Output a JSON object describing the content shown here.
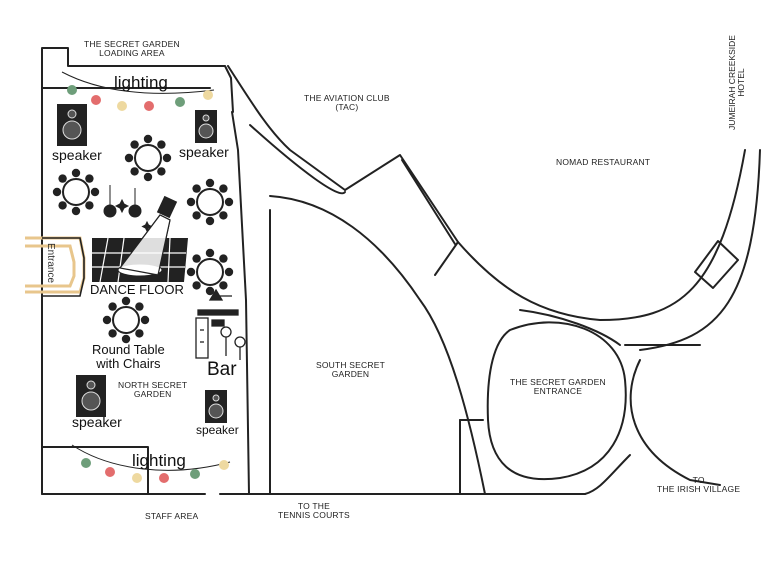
{
  "labels": {
    "loading_area": "THE SECRET GARDEN\nLOADING AREA",
    "aviation_club": "THE AVIATION CLUB\n(TAC)",
    "jumeirah": "JUMEIRAH CREEKSIDE\nHOTEL",
    "nomad": "NOMAD RESTAURANT",
    "south_garden": "SOUTH SECRET\nGARDEN",
    "garden_entrance": "THE SECRET GARDEN\nENTRANCE",
    "irish_village": "TO\nTHE IRISH VILLAGE",
    "tennis_courts": "TO THE\nTENNIS COURTS",
    "staff_area": "STAFF AREA",
    "north_garden": "NORTH SECRET\nGARDEN"
  },
  "event": {
    "lighting_top": "lighting",
    "lighting_bottom": "lighting",
    "speaker_1": "speaker",
    "speaker_2": "speaker",
    "speaker_3": "speaker",
    "speaker_4": "speaker",
    "dance_floor": "DANCE FLOOR",
    "round_table": "Round Table\nwith Chairs",
    "bar": "Bar",
    "entrance": "Entrance"
  },
  "colors": {
    "line": "#222222",
    "bulb_green": "#6e9e7a",
    "bulb_red": "#e36d6d",
    "bulb_cream": "#eed9a0",
    "entrance_gold": "#e8c68c"
  },
  "icons": [
    "speaker-icon",
    "round-table-icon",
    "disco-ball-icon",
    "spotlight-icon",
    "string-lights-icon",
    "bar-counter-icon"
  ]
}
